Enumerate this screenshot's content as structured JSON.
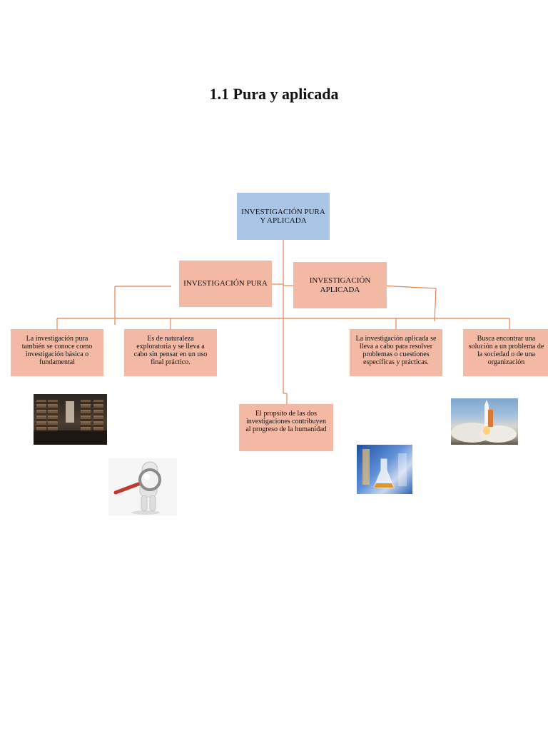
{
  "page": {
    "title": "1.1 Pura y aplicada"
  },
  "diagram": {
    "root": [
      "INVESTIGACIÓN PURA",
      "Y APLICADA"
    ],
    "pura": "INVESTIGACIÓN PURA",
    "aplicada": [
      "INVESTIGACIÓN",
      "APLICADA"
    ],
    "leaf_pura_1": [
      "La investigación pura",
      "también se conoce como",
      "investigación básica o",
      "fundamental"
    ],
    "leaf_pura_2": [
      "Es de naturaleza",
      "exploratoria y se lleva a",
      "cabo sin pensar en un uso",
      "final práctico."
    ],
    "leaf_aplicada_1": [
      "La investigación aplicada se",
      "lleva a cabo para resolver",
      "problemas o cuestiones",
      "específicas y prácticas."
    ],
    "leaf_aplicada_2": [
      "Busca encontrar una",
      "solución a un problema de",
      "la sociedad o de una",
      "organización"
    ],
    "shared": [
      "El propsito de las dos",
      "investigaciones contribuyen",
      "al progreso de la humanidad"
    ]
  },
  "colors": {
    "root_fill": "#a9c4e4",
    "node_fill": "#f4b9a5",
    "connector": "#e8824f"
  },
  "images": [
    "library-photo",
    "magnifier-figure-illustration",
    "lab-glassware-photo",
    "rocket-launch-photo"
  ]
}
